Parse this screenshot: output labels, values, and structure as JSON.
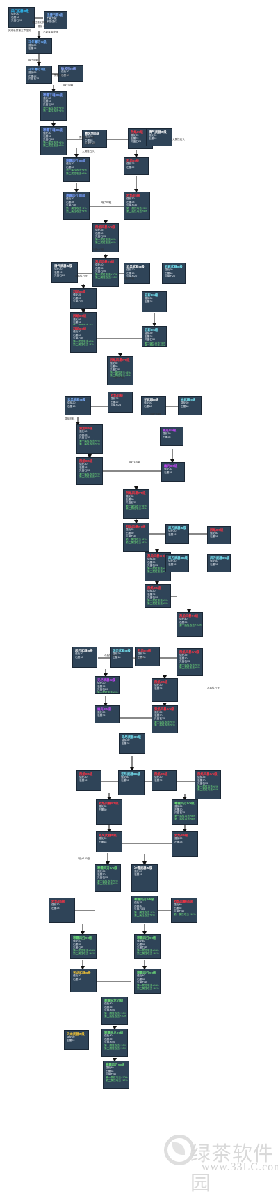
{
  "watermark": {
    "brand": "绿茶软件园",
    "url": "www.33LC.com"
  },
  "nodes": [
    {
      "id": "n1",
      "title": "风门武器I5级",
      "tc": "#2ec4ff",
      "lines": [
        "强化20",
        "石墨18",
        "贝晶石20"
      ],
      "g": []
    },
    {
      "id": "n2",
      "title": "迅捷弓箭I级",
      "tc": "#7fb2ff",
      "lines": [
        "不能升级",
        "不能强化"
      ],
      "g": []
    },
    {
      "id": "n3",
      "title": "千年寒刃I5级",
      "tc": "#6fb0ff",
      "lines": [
        "强化20",
        "石墨18"
      ],
      "g": []
    },
    {
      "id": "n4",
      "title": "千年寒刃II级",
      "tc": "#6fb0ff",
      "lines": [
        "强化25",
        "石墨22",
        "贝晶石25"
      ],
      "g": []
    },
    {
      "id": "n5",
      "title": "破风刃I5级",
      "tc": "#8fa8ff",
      "lines": [
        "强化20",
        "石墨18"
      ],
      "g": []
    },
    {
      "id": "n6",
      "title": "寒霜千魂III5级",
      "tc": "#7aa0ff",
      "lines": [
        "强化30",
        "石墨28",
        "贝晶石30"
      ],
      "g": [
        "第一属性攻击+5%",
        "第二属性攻击+5%"
      ]
    },
    {
      "id": "n7",
      "title": "寒霜千魂III5级",
      "tc": "#7aa0ff",
      "lines": [
        "强化30",
        "石墨28",
        "贝晶石30"
      ],
      "g": [
        "第一属性攻击+5%",
        "第二属性攻击+5%"
      ]
    },
    {
      "id": "n8",
      "title": "寒风剑I5级",
      "tc": "#ffffff",
      "lines": [
        "强化20",
        "石墨18",
        "贝晶石20"
      ],
      "g": []
    },
    {
      "id": "n9",
      "title": "烈焰II5级",
      "tc": "#ff3344",
      "lines": [
        "强化25",
        "石墨22",
        "贝晶石25"
      ],
      "g": []
    },
    {
      "id": "n10",
      "title": "清气武器I5级",
      "tc": "#ffffff",
      "lines": [
        "强化20",
        "石墨18"
      ],
      "g": []
    },
    {
      "id": "n11",
      "title": "寒霜风刃III5级",
      "tc": "#7aa0ff",
      "lines": [
        "强化30",
        "石墨28"
      ],
      "g": [
        "第一属性攻击+5%",
        "第二属性攻击+5%"
      ]
    },
    {
      "id": "n12",
      "title": "烈焰II5级",
      "tc": "#ff3344",
      "lines": [
        "强化25",
        "石墨22"
      ],
      "g": []
    },
    {
      "id": "n13",
      "title": "寒霜风刃III5级",
      "tc": "#7aa0ff",
      "lines": [
        "强化30",
        "石墨28",
        "贝晶石30"
      ],
      "g": [
        "第一属性攻击+5%",
        "第二属性攻击+5%"
      ]
    },
    {
      "id": "n14",
      "title": "烈焰III5级",
      "tc": "#ff3344",
      "lines": [
        "强化30",
        "石墨28",
        "贝晶石30"
      ],
      "g": [
        "第一属性攻击+5%",
        "第二属性攻击+5%"
      ]
    },
    {
      "id": "n15",
      "title": "烈焰风暴IV5级",
      "tc": "#ff3344",
      "lines": [
        "强化35",
        "石墨30",
        "贝晶石35"
      ],
      "g": [
        "第一属性攻击+8%",
        "第二属性攻击+8%"
      ]
    },
    {
      "id": "n16",
      "title": "烈焰风暴V5级",
      "tc": "#ff3344",
      "lines": [
        "强化40",
        "石墨35",
        "贝晶石40"
      ],
      "g": [
        "第一属性攻击+10%",
        "第二属性攻击+10%"
      ]
    },
    {
      "id": "n17",
      "title": "清气武器I5级",
      "tc": "#ffffff",
      "lines": [
        "强化20",
        "石墨18",
        "贝晶石20"
      ],
      "g": []
    },
    {
      "id": "n18",
      "title": "烈焰II5级",
      "tc": "#ff3344",
      "lines": [
        "强化25",
        "石墨22",
        "贝晶石25"
      ],
      "g": []
    },
    {
      "id": "n19",
      "title": "云风武器I5级",
      "tc": "#ffffff",
      "lines": [
        "强化20",
        "石墨18",
        "贝晶石20"
      ],
      "g": []
    },
    {
      "id": "n20",
      "title": "五彩武器I5级",
      "tc": "#7cf1ff",
      "lines": [
        "强化20",
        "石墨18",
        "贝晶石20"
      ],
      "g": []
    },
    {
      "id": "n21",
      "title": "烈焰III5级",
      "tc": "#ff3344",
      "lines": [
        "强化30",
        "石墨28"
      ],
      "g": [
        "第一属性攻击+5%",
        "第二属性攻击+5%"
      ]
    },
    {
      "id": "n22",
      "title": "五彩III5级",
      "tc": "#7cf1ff",
      "lines": [
        "强化30",
        "石墨28"
      ],
      "g": []
    },
    {
      "id": "n23",
      "title": "烈焰III5级",
      "tc": "#ff3344",
      "lines": [
        "强化30",
        "石墨28",
        "贝晶石30"
      ],
      "g": [
        "第一属性攻击+5%",
        "第二属性攻击+5%"
      ]
    },
    {
      "id": "n24",
      "title": "五彩III5级",
      "tc": "#7cf1ff",
      "lines": [
        "强化30",
        "石墨28",
        "贝晶石30"
      ],
      "g": [
        "第一属性攻击+5%",
        "第二属性攻击+5%"
      ]
    },
    {
      "id": "n25",
      "title": "烈焰风暴IV5级",
      "tc": "#ff3344",
      "lines": [
        "强化35",
        "石墨30",
        "贝晶石35"
      ],
      "g": [
        "第一属性攻击+8%",
        "第二属性攻击+8%"
      ]
    },
    {
      "id": "n26",
      "title": "云风武器I5级",
      "tc": "#7fb2ff",
      "lines": [
        "强化20",
        "石墨18"
      ],
      "g": []
    },
    {
      "id": "n27",
      "title": "烈焰II5级",
      "tc": "#ff3344",
      "lines": [
        "强化25",
        "石墨22",
        "贝晶石25"
      ],
      "g": []
    },
    {
      "id": "n28",
      "title": "光武器I5级",
      "tc": "#ffffff",
      "lines": [
        "强化20",
        "石墨18"
      ],
      "g": []
    },
    {
      "id": "n29",
      "title": "光武器I5级",
      "tc": "#7cf1ff",
      "lines": [
        "强化20",
        "石墨18"
      ],
      "g": []
    },
    {
      "id": "n30",
      "title": "烈焰III5级",
      "tc": "#ff3344",
      "lines": [
        "强化30",
        "石墨28",
        "贝晶石30"
      ],
      "g": [
        "第一属性攻击+5%",
        "第二属性攻击+5%"
      ]
    },
    {
      "id": "n31",
      "title": "幽光III5级",
      "tc": "#cc44ff",
      "lines": [
        "强化30",
        "石墨28"
      ],
      "g": []
    },
    {
      "id": "n32",
      "title": "烈焰III5级",
      "tc": "#ff3344",
      "lines": [
        "强化30",
        "石墨28",
        "贝晶石30"
      ],
      "g": [
        "第一属性攻击+5%",
        "第二属性攻击+5%"
      ]
    },
    {
      "id": "n33",
      "title": "幽光III5级",
      "tc": "#cc44ff",
      "lines": [
        "强化30",
        "石墨28"
      ],
      "g": []
    },
    {
      "id": "n34",
      "title": "烈焰风暴IV5级",
      "tc": "#ff3344",
      "lines": [
        "强化35",
        "石墨30",
        "贝晶石35"
      ],
      "g": [
        "第一属性攻击+8%",
        "第二属性攻击+8%"
      ]
    },
    {
      "id": "n35",
      "title": "烈焰风暴IV5级",
      "tc": "#ff3344",
      "lines": [
        "强化35",
        "石墨30",
        "贝晶石35"
      ],
      "g": [
        "第一属性攻击+8%",
        "第二属性攻击+8%"
      ]
    },
    {
      "id": "n36",
      "title": "烈焰风暴IV5级",
      "tc": "#ff3344",
      "lines": [
        "强化35",
        "石墨30",
        "贝晶石35"
      ],
      "g": [
        "第一属性攻击+8%",
        "第二属性攻击+8%"
      ]
    },
    {
      "id": "n37",
      "title": "烈焰III5级",
      "tc": "#ff3344",
      "lines": [
        "强化30",
        "石墨28",
        "贝晶石30"
      ],
      "g": [
        "第一属性攻击+5%",
        "第二属性攻击+5%"
      ]
    },
    {
      "id": "n38",
      "title": "烈焰风暴V5级",
      "tc": "#ff3344",
      "lines": [
        "强化40",
        "石墨35"
      ],
      "g": [
        "第一属性攻击+10%"
      ]
    },
    {
      "id": "n39",
      "title": "风刃武器I5级",
      "tc": "#ffffff",
      "lines": [
        "强化20",
        "石墨18"
      ],
      "g": []
    },
    {
      "id": "n40",
      "title": "风刃武器I5级",
      "tc": "#7cf1ff",
      "lines": [
        "强化20",
        "石墨18"
      ],
      "g": []
    },
    {
      "id": "n41",
      "title": "烈焰III5级",
      "tc": "#ff3344",
      "lines": [
        "强化30",
        "石墨28"
      ],
      "g": []
    },
    {
      "id": "n42",
      "title": "风刃武器I5级",
      "tc": "#7cf1ff",
      "lines": [
        "强化20",
        "石墨18"
      ],
      "g": []
    },
    {
      "id": "n43",
      "title": "烈焰III5级",
      "tc": "#ff3344",
      "lines": [
        "强化30",
        "石墨28"
      ],
      "g": []
    },
    {
      "id": "n44",
      "title": "风刃武器III5级",
      "tc": "#7cf1ff",
      "lines": [
        "强化30",
        "石墨28"
      ],
      "g": []
    },
    {
      "id": "n45",
      "title": "风刃武器III5级",
      "tc": "#7cf1ff",
      "lines": [
        "强化30",
        "石墨28"
      ],
      "g": []
    },
    {
      "id": "n46",
      "title": "烈焰风暴IV5级",
      "tc": "#ff3344",
      "lines": [
        "强化35",
        "石墨30",
        "贝晶石35"
      ],
      "g": [
        "第一属性攻击+8%",
        "第二属性攻击+8%"
      ]
    },
    {
      "id": "n47",
      "title": "烈焰III5级",
      "tc": "#ff3344",
      "lines": [
        "强化30",
        "石墨28"
      ],
      "g": []
    },
    {
      "id": "n48",
      "title": "无尽武器I5级",
      "tc": "#cc44ff",
      "lines": [
        "强化20",
        "石墨18",
        "贝晶石20"
      ],
      "g": [
        "第一属性攻击+5%"
      ]
    },
    {
      "id": "n49",
      "title": "烈焰风暴IV5级",
      "tc": "#ff3344",
      "lines": [
        "强化35",
        "石墨30",
        "贝晶石35"
      ],
      "g": [
        "第一属性攻击+8%",
        "第二属性攻击+8%"
      ]
    },
    {
      "id": "n50",
      "title": "幽光III5级",
      "tc": "#cc44ff",
      "lines": [
        "强化30",
        "石墨28"
      ],
      "g": []
    },
    {
      "id": "n51",
      "title": "无尽武器III5级",
      "tc": "#7cf1ff",
      "lines": [
        "强化30",
        "石墨28"
      ],
      "g": []
    },
    {
      "id": "n52",
      "title": "烈焰III5级",
      "tc": "#ff3344",
      "lines": [
        "强化30",
        "石墨28"
      ],
      "g": []
    },
    {
      "id": "n53",
      "title": "无尽武器III5级",
      "tc": "#7cf1ff",
      "lines": [
        "强化30",
        "石墨28"
      ],
      "g": []
    },
    {
      "id": "n54",
      "title": "烈焰III5级",
      "tc": "#ff3344",
      "lines": [
        "强化30",
        "石墨28"
      ],
      "g": []
    },
    {
      "id": "n55",
      "title": "烈焰风暴IV5级",
      "tc": "#ff3344",
      "lines": [
        "强化35",
        "石墨30",
        "贝晶石35"
      ],
      "g": [
        "第一属性攻击+8%",
        "第二属性攻击+8%"
      ]
    },
    {
      "id": "n56",
      "title": "烈焰风暴IV5级",
      "tc": "#ff3344",
      "lines": [
        "强化35",
        "石墨30"
      ],
      "g": []
    },
    {
      "id": "n57",
      "title": "寒霜风刃IV5级",
      "tc": "#6fe07a",
      "lines": [
        "强化35",
        "石墨30",
        "贝晶石35"
      ],
      "g": [
        "第一属性攻击+8%",
        "第二属性攻击+8%"
      ]
    },
    {
      "id": "n58",
      "title": "冬风武器I5级",
      "tc": "#ff3344",
      "lines": [
        "强化20",
        "石墨18"
      ],
      "g": []
    },
    {
      "id": "n59",
      "title": "烈焰III5级",
      "tc": "#ff3344",
      "lines": [
        "强化30",
        "石墨28"
      ],
      "g": []
    },
    {
      "id": "n60",
      "title": "寒霜风刃IV5级",
      "tc": "#6fe07a",
      "lines": [
        "强化35",
        "石墨30",
        "贝晶石35"
      ],
      "g": [
        "第一属性攻击+8%",
        "第二属性攻击+8%"
      ]
    },
    {
      "id": "n61",
      "title": "冰雪武器I5级",
      "tc": "#ffffff",
      "lines": [
        "强化20",
        "石墨18"
      ],
      "g": []
    },
    {
      "id": "n62",
      "title": "烈焰III5级",
      "tc": "#ff3344",
      "lines": [
        "强化30",
        "石墨28"
      ],
      "g": []
    },
    {
      "id": "n63",
      "title": "寒霜风刃IV5级",
      "tc": "#6fe07a",
      "lines": [
        "强化35",
        "石墨30",
        "贝晶石35"
      ],
      "g": [
        "第一属性攻击+8%",
        "第二属性攻击+8%"
      ]
    },
    {
      "id": "n64",
      "title": "烈焰风暴V5级",
      "tc": "#ff3344",
      "lines": [
        "强化40",
        "石墨35",
        "贝晶石40"
      ],
      "g": [
        "第一属性攻击+10%"
      ]
    },
    {
      "id": "n65",
      "title": "寒霜风刃V5级",
      "tc": "#6fe07a",
      "lines": [
        "强化40",
        "石墨35",
        "贝晶石40"
      ],
      "g": [
        "第一属性攻击+10%",
        "第二属性攻击+10%"
      ]
    },
    {
      "id": "n66",
      "title": "寒霜风刃V5级",
      "tc": "#6fe07a",
      "lines": [
        "强化40",
        "石墨35",
        "贝晶石40"
      ],
      "g": [
        "第一属性攻击+10%",
        "第二属性攻击+10%"
      ]
    },
    {
      "id": "n67",
      "title": "天龙武器I5级",
      "tc": "#ffcc33",
      "lines": [
        "强化20",
        "石墨18"
      ],
      "g": []
    },
    {
      "id": "n68",
      "title": "寒霜风刃V5级",
      "tc": "#6fe07a",
      "lines": [
        "强化40",
        "石墨35",
        "贝晶石40"
      ],
      "g": [
        "第一属性攻击+10%",
        "第二属性攻击+10%"
      ]
    },
    {
      "id": "n69",
      "title": "寒霜天龙V5级",
      "tc": "#6fe07a",
      "lines": [
        "强化40",
        "石墨35",
        "贝晶石40"
      ],
      "g": [
        "第一属性攻击+10%",
        "第二属性攻击+10%"
      ]
    }
  ],
  "notes": [
    {
      "id": "t1",
      "text": "完成世界第三章任务"
    },
    {
      "id": "t2",
      "text": "不能直接获得"
    },
    {
      "id": "t3",
      "text": "通过强化获得"
    },
    {
      "id": "t4",
      "text": "强化+5"
    },
    {
      "id": "t5",
      "text": "5级+40级"
    },
    {
      "id": "t6",
      "text": "需要强化材料"
    },
    {
      "id": "t7",
      "text": "5级+40级"
    },
    {
      "id": "t8",
      "text": "需要强化材料"
    },
    {
      "id": "t9",
      "text": "5级+40级"
    },
    {
      "id": "t10",
      "text": "火属性石头"
    },
    {
      "id": "t11",
      "text": "5级+50级"
    },
    {
      "id": "t12",
      "text": "火属性石头"
    },
    {
      "id": "t13",
      "text": "5级+60级"
    },
    {
      "id": "t14",
      "text": "风属性石头"
    },
    {
      "id": "t15",
      "text": "5级+70级"
    },
    {
      "id": "t16",
      "text": "5级+80级"
    },
    {
      "id": "t17",
      "text": "强化材料"
    },
    {
      "id": "t18",
      "text": "5级+90级"
    },
    {
      "id": "t19",
      "text": "5级+100级"
    },
    {
      "id": "t20",
      "text": "冰属性石头"
    },
    {
      "id": "t21",
      "text": "5级+110级"
    },
    {
      "id": "t22",
      "text": "冰属性石头"
    },
    {
      "id": "t23",
      "text": "5级+120级"
    }
  ]
}
